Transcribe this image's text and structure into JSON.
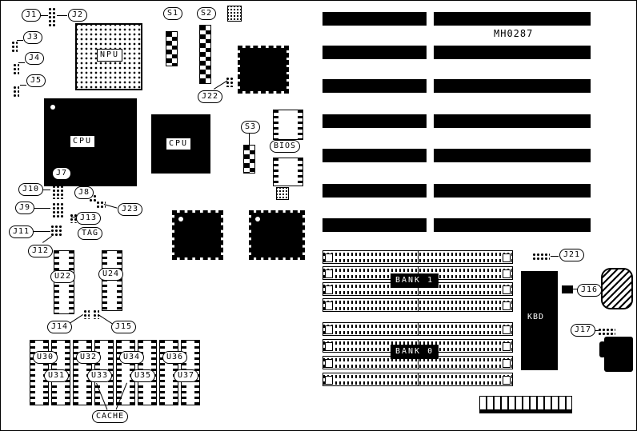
{
  "board": {
    "part_number": "MH0287"
  },
  "colors": {
    "foreground": "#000000",
    "background": "#ffffff"
  },
  "labels": {
    "j1": "J1",
    "j2": "J2",
    "j3": "J3",
    "j4": "J4",
    "j5": "J5",
    "j7": "J7",
    "j8": "J8",
    "j9": "J9",
    "j10": "J10",
    "j11": "J11",
    "j12": "J12",
    "j13": "J13",
    "j14": "J14",
    "j15": "J15",
    "j16": "J16",
    "j17": "J17",
    "j21": "J21",
    "j22": "J22",
    "j23": "J23",
    "s1": "S1",
    "s2": "S2",
    "s3": "S3",
    "npu": "NPU",
    "cpu": "CPU",
    "cpu2": "CPU",
    "bios": "BIOS",
    "tag": "TAG",
    "u22": "U22",
    "u24": "U24",
    "u30": "U30",
    "u31": "U31",
    "u32": "U32",
    "u33": "U33",
    "u34": "U34",
    "u35": "U35",
    "u36": "U36",
    "u37": "U37",
    "cache": "CACHE",
    "bank1": "BANK 1",
    "bank0": "BANK 0",
    "kbd": "KBD"
  }
}
